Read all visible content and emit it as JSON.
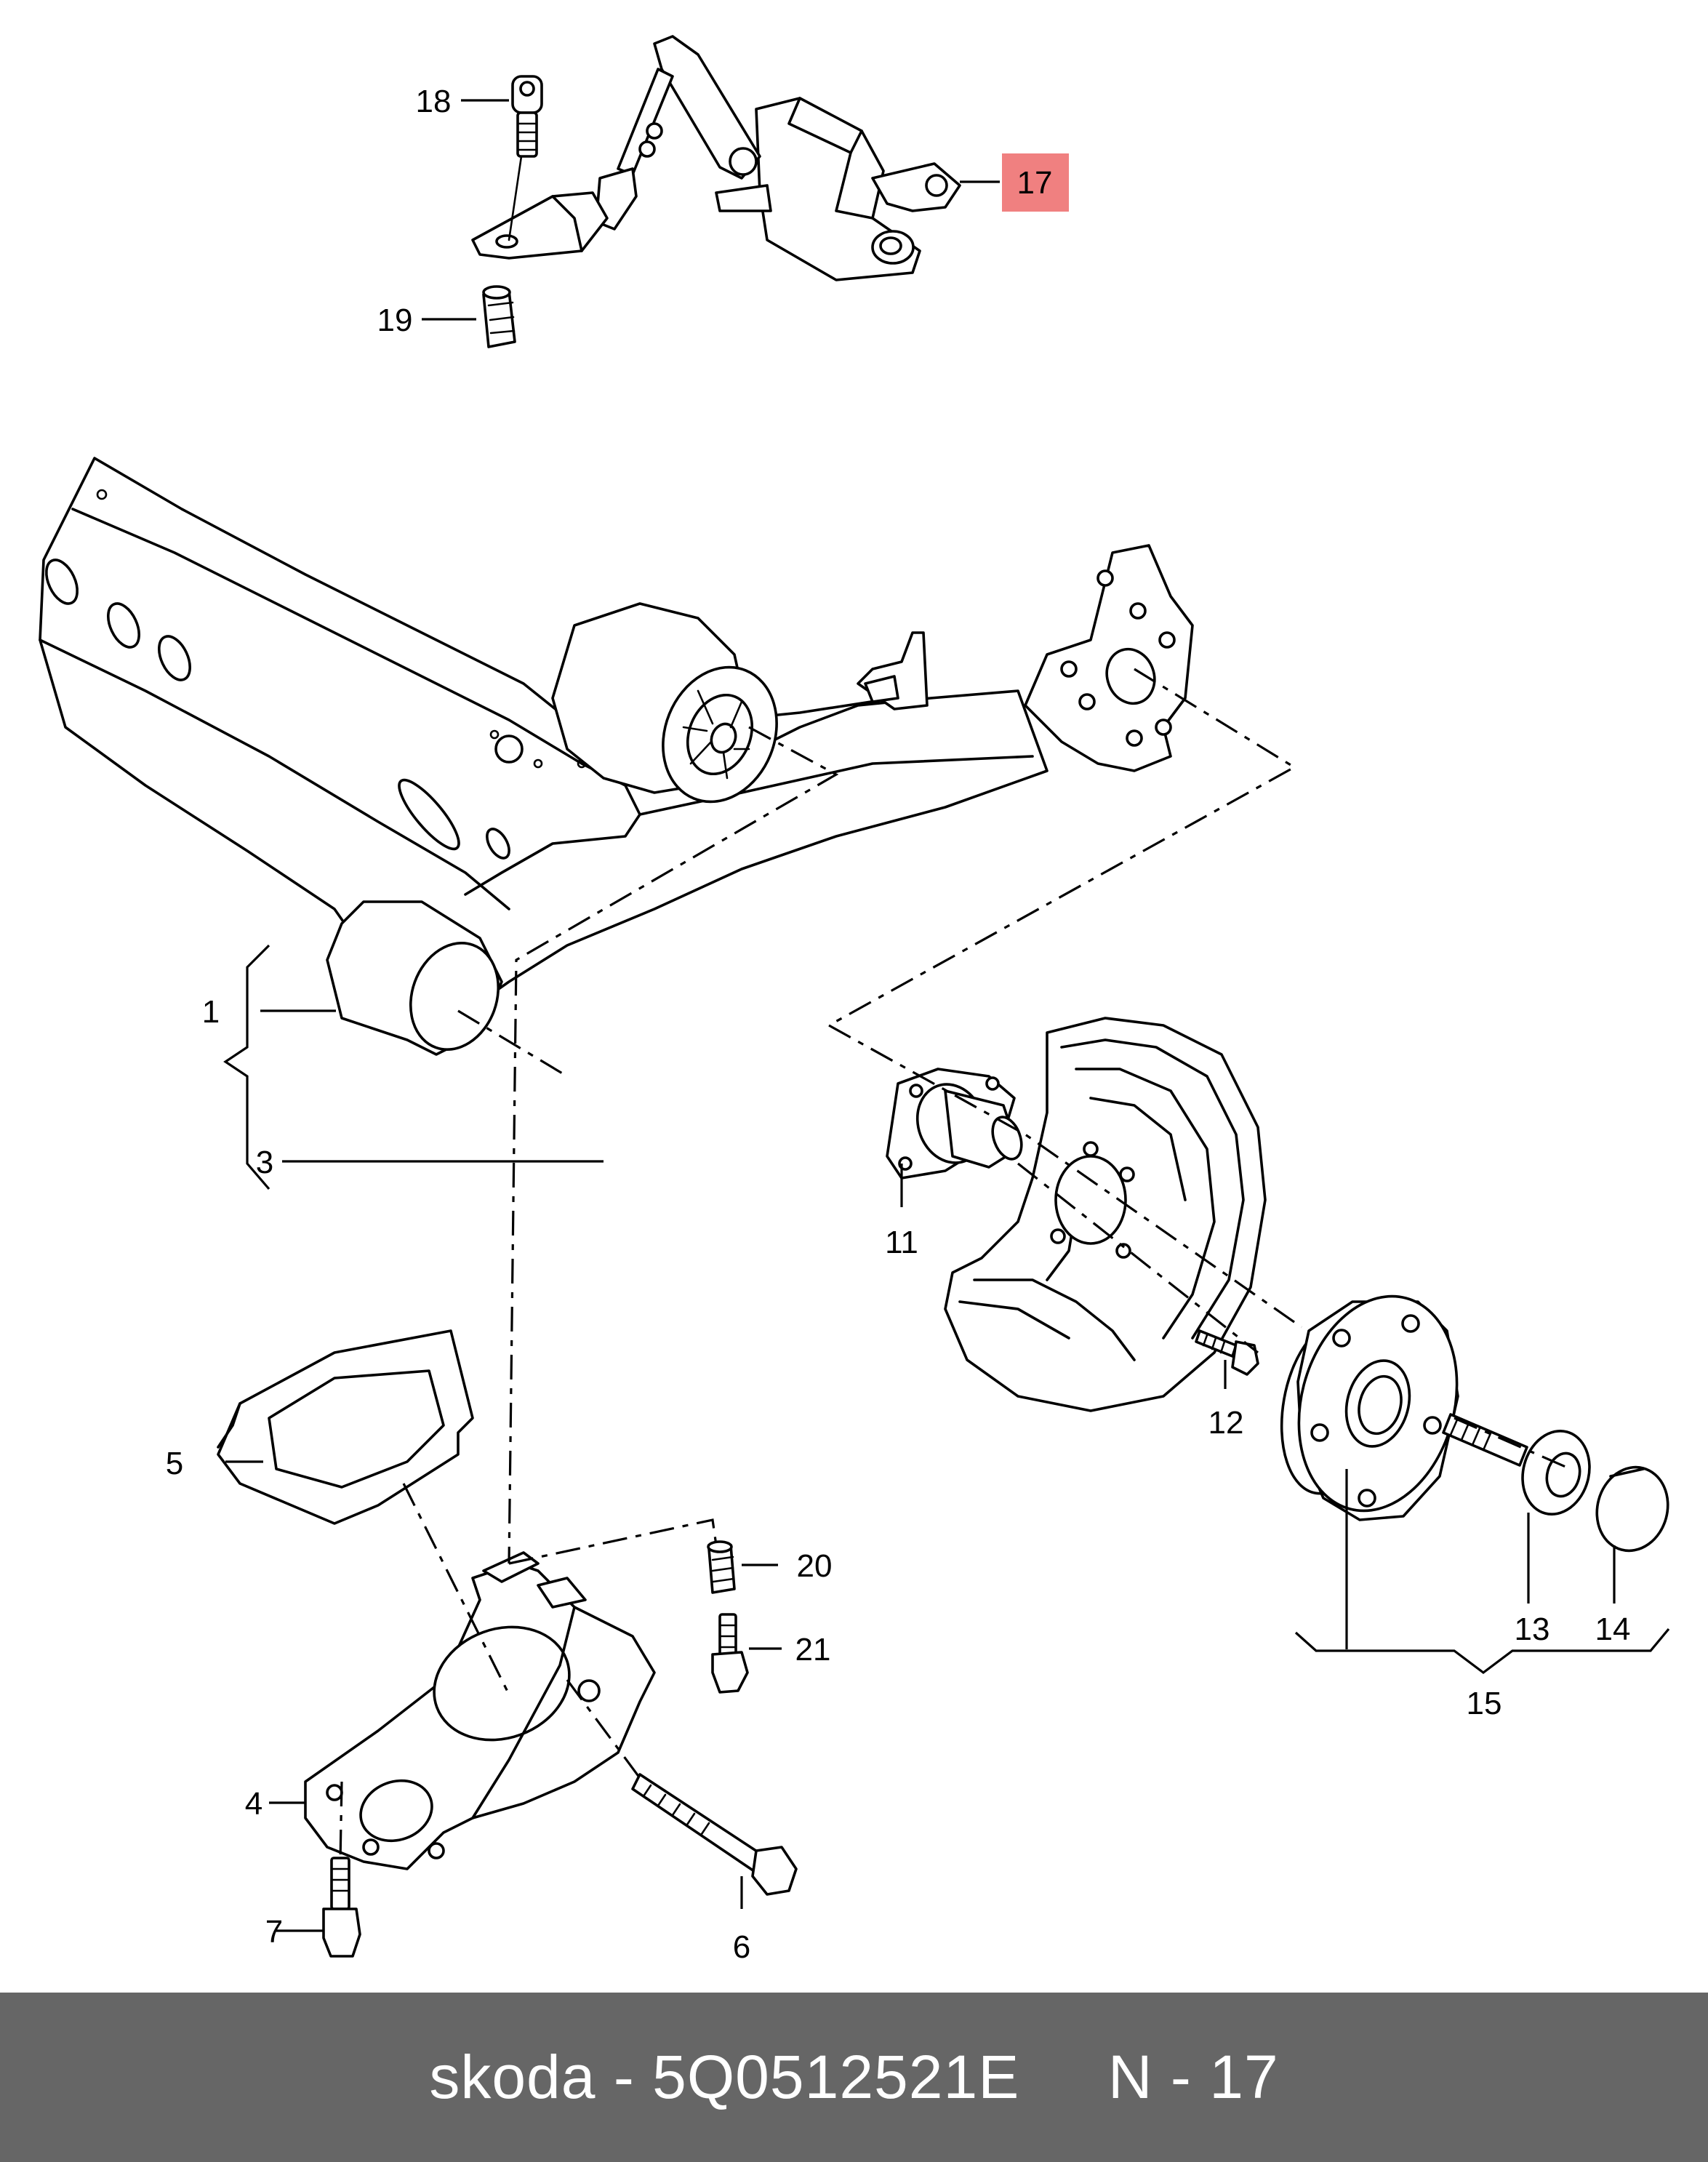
{
  "diagram": {
    "callouts": {
      "c1": "1",
      "c3": "3",
      "c4": "4",
      "c5": "5",
      "c6": "6",
      "c7": "7",
      "c11": "11",
      "c12": "12",
      "c13": "13",
      "c14": "14",
      "c15": "15",
      "c17": "17",
      "c18": "18",
      "c19": "19",
      "c20": "20",
      "c21": "21"
    },
    "highlighted_callout": "17",
    "highlight_color": "#f08080"
  },
  "footer": {
    "text": "skoda - 5Q0512521E     N - 17",
    "background": "#666666",
    "color": "#ffffff"
  }
}
